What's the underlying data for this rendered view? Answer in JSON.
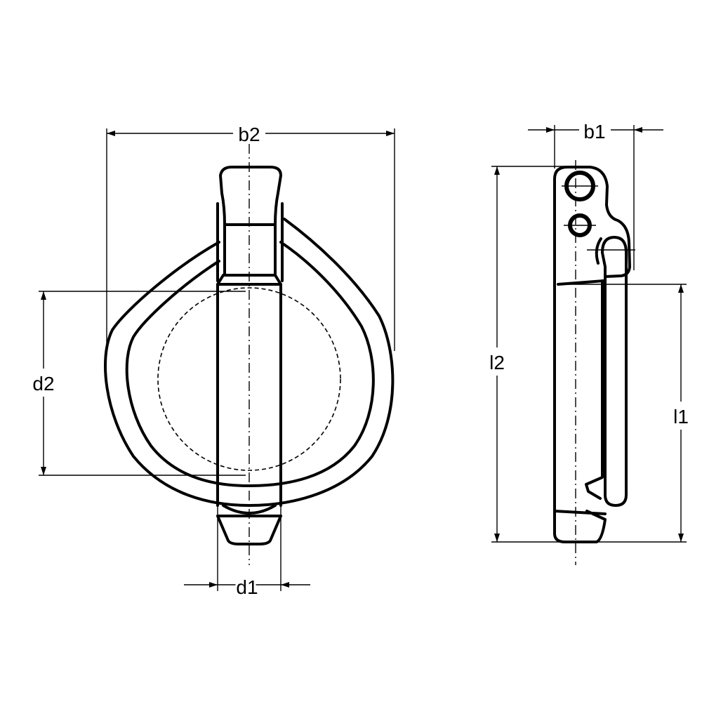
{
  "drawing": {
    "front_view": {
      "dims": {
        "b2": "b2",
        "d2": "d2",
        "d1": "d1"
      }
    },
    "side_view": {
      "dims": {
        "b1": "b1",
        "l2": "l2",
        "l1": "l1"
      }
    }
  }
}
